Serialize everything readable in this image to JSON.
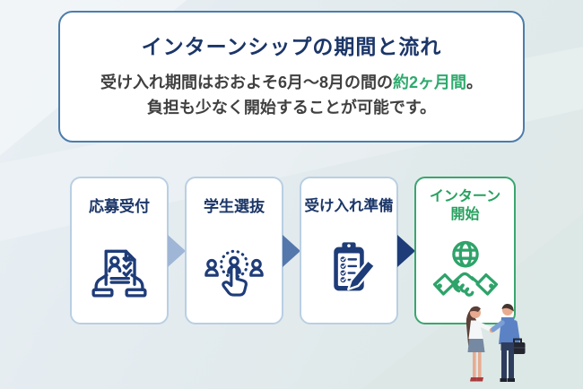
{
  "header": {
    "title": "インターンシップの期間と流れ",
    "desc_line1_pre": "受け入れ期間はおおよそ6月〜8月の間の",
    "desc_line1_highlight": "約2ヶ月間",
    "desc_line1_post": "。",
    "desc_line2": "負担も少なく開始することが可能です。"
  },
  "steps": [
    {
      "label": "応募受付",
      "icon": "application-reception-icon"
    },
    {
      "label": "学生選抜",
      "icon": "student-selection-icon"
    },
    {
      "label": "受け入れ準備",
      "icon": "preparation-checklist-icon"
    },
    {
      "label": "インターン開始",
      "label_line1": "インターン",
      "label_line2": "開始",
      "icon": "globe-handshake-icon"
    }
  ],
  "colors": {
    "title_navy": "#1b3668",
    "body_text": "#404040",
    "highlight_green": "#2faa6e",
    "icon_navy": "#1e3c78",
    "step4_green": "#2ea36a",
    "box_border_blue": "#b9cfe3",
    "box4_border_green": "#3aa66f",
    "card_border_blue": "#4b7dad",
    "arrow_light": "#9fb6d6",
    "arrow_medium": "#5478ab",
    "arrow_dark": "#1e3c78"
  },
  "illustration": {
    "name": "two-business-people-handshake"
  }
}
